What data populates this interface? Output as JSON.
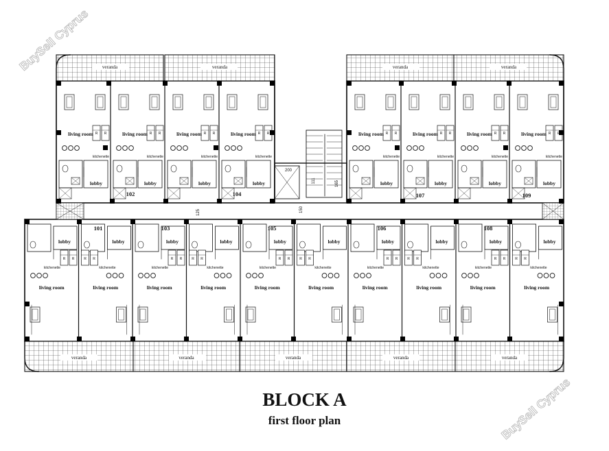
{
  "plan": {
    "title": "BLOCK A",
    "subtitle": "first floor plan",
    "watermark": "BuySell Cyprus",
    "labels": {
      "veranda": "veranda",
      "living_room": "living room",
      "lobby": "lobby",
      "kitchenette": "kitchenette",
      "refrigerator": "R"
    },
    "units_top": [
      "102",
      "104",
      "107",
      "109"
    ],
    "units_bottom": [
      "101",
      "103",
      "105",
      "106",
      "108"
    ],
    "dimensions": {
      "lift": "200",
      "stair_a": "111",
      "stair_b": "165",
      "corridor_a": "125",
      "corridor_b": "150"
    }
  }
}
